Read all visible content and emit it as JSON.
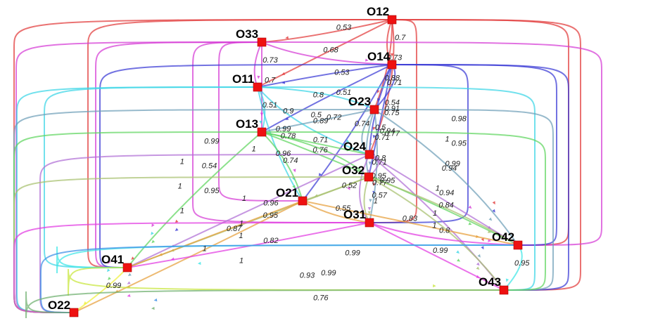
{
  "nodes": [
    {
      "id": "O12",
      "label": "O12"
    },
    {
      "id": "O33",
      "label": "O33"
    },
    {
      "id": "O14",
      "label": "O14"
    },
    {
      "id": "O11",
      "label": "O11"
    },
    {
      "id": "O23",
      "label": "O23"
    },
    {
      "id": "O13",
      "label": "O13"
    },
    {
      "id": "O24",
      "label": "O24"
    },
    {
      "id": "O32",
      "label": "O32"
    },
    {
      "id": "O21",
      "label": "O21"
    },
    {
      "id": "O31",
      "label": "O31"
    },
    {
      "id": "O42",
      "label": "O42"
    },
    {
      "id": "O41",
      "label": "O41"
    },
    {
      "id": "O43",
      "label": "O43"
    },
    {
      "id": "O22",
      "label": "O22"
    }
  ],
  "edges": [
    {
      "source": "O12",
      "target": "O33",
      "weight": "0.53",
      "color": "#e23b3b"
    },
    {
      "source": "O12",
      "target": "O14",
      "weight": "0.7",
      "color": "#e23b3b"
    },
    {
      "source": "O12",
      "target": "O11",
      "weight": "",
      "color": "#e23b3b"
    },
    {
      "source": "O12",
      "target": "O23",
      "weight": "0.73",
      "color": "#e23b3b"
    },
    {
      "source": "O12",
      "target": "O24",
      "weight": "0.88",
      "color": "#e23b3b"
    },
    {
      "source": "O12",
      "target": "O31",
      "weight": "0.91",
      "color": "#e23b3b"
    },
    {
      "source": "O12",
      "target": "O42",
      "weight": "0.98",
      "color": "#e23b3b"
    },
    {
      "source": "O12",
      "target": "O43",
      "weight": "1",
      "color": "#e23b3b"
    },
    {
      "source": "O12",
      "target": "O41",
      "weight": "0.99",
      "color": "#e23b3b"
    },
    {
      "source": "O12",
      "target": "O22",
      "weight": "1",
      "color": "#e23b3b"
    },
    {
      "source": "O33",
      "target": "O14",
      "weight": "0.68",
      "color": "#d63bd6"
    },
    {
      "source": "O33",
      "target": "O11",
      "weight": "0.73",
      "color": "#d63bd6"
    },
    {
      "source": "O33",
      "target": "O13",
      "weight": "0.7",
      "color": "#d63bd6"
    },
    {
      "source": "O33",
      "target": "O21",
      "weight": "0.9",
      "color": "#d63bd6"
    },
    {
      "source": "O33",
      "target": "O31",
      "weight": "0.89",
      "color": "#d63bd6"
    },
    {
      "source": "O33",
      "target": "O41",
      "weight": "0.99",
      "color": "#d63bd6"
    },
    {
      "source": "O33",
      "target": "O22",
      "weight": "1",
      "color": "#d63bd6"
    },
    {
      "source": "O33",
      "target": "O42",
      "weight": "0.94",
      "color": "#d63bd6"
    },
    {
      "source": "O14",
      "target": "O11",
      "weight": "0.53",
      "color": "#3b3bd6"
    },
    {
      "source": "O14",
      "target": "O23",
      "weight": "0.71",
      "color": "#3b3bd6"
    },
    {
      "source": "O14",
      "target": "O13",
      "weight": "0.51",
      "color": "#3b3bd6"
    },
    {
      "source": "O14",
      "target": "O24",
      "weight": "0.54",
      "color": "#3b3bd6"
    },
    {
      "source": "O14",
      "target": "O32",
      "weight": "0.75",
      "color": "#3b3bd6"
    },
    {
      "source": "O14",
      "target": "O21",
      "weight": "0.74",
      "color": "#3b3bd6"
    },
    {
      "source": "O14",
      "target": "O31",
      "weight": "0.77",
      "color": "#3b3bd6"
    },
    {
      "source": "O14",
      "target": "O42",
      "weight": "0.95",
      "color": "#3b3bd6"
    },
    {
      "source": "O14",
      "target": "O43",
      "weight": "0.99",
      "color": "#3b3bd6"
    },
    {
      "source": "O14",
      "target": "O41",
      "weight": "0.96",
      "color": "#3b3bd6"
    },
    {
      "source": "O11",
      "target": "O13",
      "weight": "0.51",
      "color": "#3bd6e6"
    },
    {
      "source": "O11",
      "target": "O23",
      "weight": "0.8",
      "color": "#3bd6e6"
    },
    {
      "source": "O11",
      "target": "O24",
      "weight": "0.5",
      "color": "#3bd6e6"
    },
    {
      "source": "O11",
      "target": "O21",
      "weight": "0.78",
      "color": "#3bd6e6"
    },
    {
      "source": "O11",
      "target": "O43",
      "weight": "0.95",
      "color": "#3bd6e6"
    },
    {
      "source": "O11",
      "target": "O22",
      "weight": "1",
      "color": "#3bd6e6"
    },
    {
      "source": "O11",
      "target": "O41",
      "weight": "0.54",
      "color": "#3bd6e6"
    },
    {
      "source": "O23",
      "target": "O24",
      "weight": "0.5",
      "color": "#6fa0b8"
    },
    {
      "source": "O23",
      "target": "O32",
      "weight": "0.71",
      "color": "#6fa0b8"
    },
    {
      "source": "O23",
      "target": "O13",
      "weight": "0.72",
      "color": "#6fa0b8"
    },
    {
      "source": "O23",
      "target": "O31",
      "weight": "0.8",
      "color": "#6fa0b8"
    },
    {
      "source": "O23",
      "target": "O42",
      "weight": "0.94",
      "color": "#6fa0b8"
    },
    {
      "source": "O23",
      "target": "O43",
      "weight": "1",
      "color": "#6fa0b8"
    },
    {
      "source": "O23",
      "target": "O22",
      "weight": "1",
      "color": "#6fa0b8"
    },
    {
      "source": "O13",
      "target": "O24",
      "weight": "0.71",
      "color": "#5fd65f"
    },
    {
      "source": "O13",
      "target": "O21",
      "weight": "0.74",
      "color": "#5fd65f"
    },
    {
      "source": "O13",
      "target": "O32",
      "weight": "0.76",
      "color": "#5fd65f"
    },
    {
      "source": "O13",
      "target": "O41",
      "weight": "0.95",
      "color": "#5fd65f"
    },
    {
      "source": "O13",
      "target": "O22",
      "weight": "1",
      "color": "#5fd65f"
    },
    {
      "source": "O13",
      "target": "O43",
      "weight": "1",
      "color": "#5fd65f"
    },
    {
      "source": "O13",
      "target": "O42",
      "weight": "0.95",
      "color": "#5fd65f"
    },
    {
      "source": "O24",
      "target": "O32",
      "weight": "0.71",
      "color": "#b06fd6"
    },
    {
      "source": "O24",
      "target": "O31",
      "weight": "0.77",
      "color": "#b06fd6"
    },
    {
      "source": "O24",
      "target": "O41",
      "weight": "0.96",
      "color": "#b06fd6"
    },
    {
      "source": "O24",
      "target": "O42",
      "weight": "0.94",
      "color": "#b06fd6"
    },
    {
      "source": "O24",
      "target": "O43",
      "weight": "1",
      "color": "#b06fd6"
    },
    {
      "source": "O24",
      "target": "O22",
      "weight": "1",
      "color": "#b06fd6"
    },
    {
      "source": "O32",
      "target": "O21",
      "weight": "0.52",
      "color": "#a8c06f"
    },
    {
      "source": "O32",
      "target": "O31",
      "weight": "0.57",
      "color": "#a8c06f"
    },
    {
      "source": "O32",
      "target": "O41",
      "weight": "0.95",
      "color": "#a8c06f"
    },
    {
      "source": "O32",
      "target": "O42",
      "weight": "0.84",
      "color": "#a8c06f"
    },
    {
      "source": "O32",
      "target": "O43",
      "weight": "1",
      "color": "#a8c06f"
    },
    {
      "source": "O32",
      "target": "O22",
      "weight": "1",
      "color": "#a8c06f"
    },
    {
      "source": "O21",
      "target": "O31",
      "weight": "0.55",
      "color": "#e6a03b"
    },
    {
      "source": "O21",
      "target": "O42",
      "weight": "0.83",
      "color": "#e6a03b"
    },
    {
      "source": "O21",
      "target": "O41",
      "weight": "0.87",
      "color": "#e6a03b"
    },
    {
      "source": "O21",
      "target": "O22",
      "weight": "1",
      "color": "#e6a03b"
    },
    {
      "source": "O31",
      "target": "O42",
      "weight": "0.8",
      "color": "#e23be2"
    },
    {
      "source": "O31",
      "target": "O41",
      "weight": "0.82",
      "color": "#e23be2"
    },
    {
      "source": "O31",
      "target": "O43",
      "weight": "0.99",
      "color": "#e23be2"
    },
    {
      "source": "O31",
      "target": "O22",
      "weight": "1",
      "color": "#e23be2"
    },
    {
      "source": "O42",
      "target": "O43",
      "weight": "0.95",
      "color": "#3be6e6"
    },
    {
      "source": "O42",
      "target": "O41",
      "weight": "0.99",
      "color": "#3be6e6"
    },
    {
      "source": "O42",
      "target": "O22",
      "weight": "0.99",
      "color": "#3b8fe6"
    },
    {
      "source": "O41",
      "target": "O43",
      "weight": "0.93",
      "color": "#c8e63b"
    },
    {
      "source": "O41",
      "target": "O22",
      "weight": "0.99",
      "color": "#f0f03b"
    },
    {
      "source": "O43",
      "target": "O22",
      "weight": "0.76",
      "color": "#6fb06f"
    }
  ],
  "colors": {
    "node_fill": "#ee1111",
    "label_text": "#000000"
  }
}
